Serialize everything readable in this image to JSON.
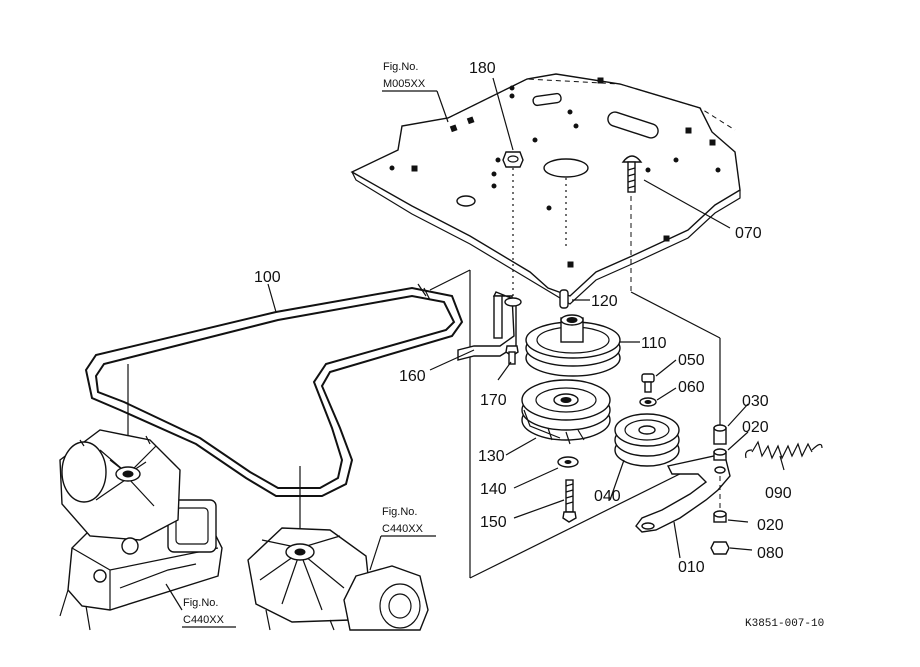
{
  "callouts": {
    "p180": "180",
    "p070": "070",
    "p100": "100",
    "p120": "120",
    "p110": "110",
    "p160": "160",
    "p170": "170",
    "p050": "050",
    "p060": "060",
    "p030": "030",
    "p020a": "020",
    "p130": "130",
    "p090": "090",
    "p140": "140",
    "p040": "040",
    "p150": "150",
    "p020b": "020",
    "p010": "010",
    "p080": "080"
  },
  "references": {
    "top": {
      "label": "Fig.No.",
      "code": "M005XX"
    },
    "right": {
      "label": "Fig.No.",
      "code": "C440XX"
    },
    "left": {
      "label": "Fig.No.",
      "code": "C440XX"
    }
  },
  "drawing_code": "K3851-007-10"
}
